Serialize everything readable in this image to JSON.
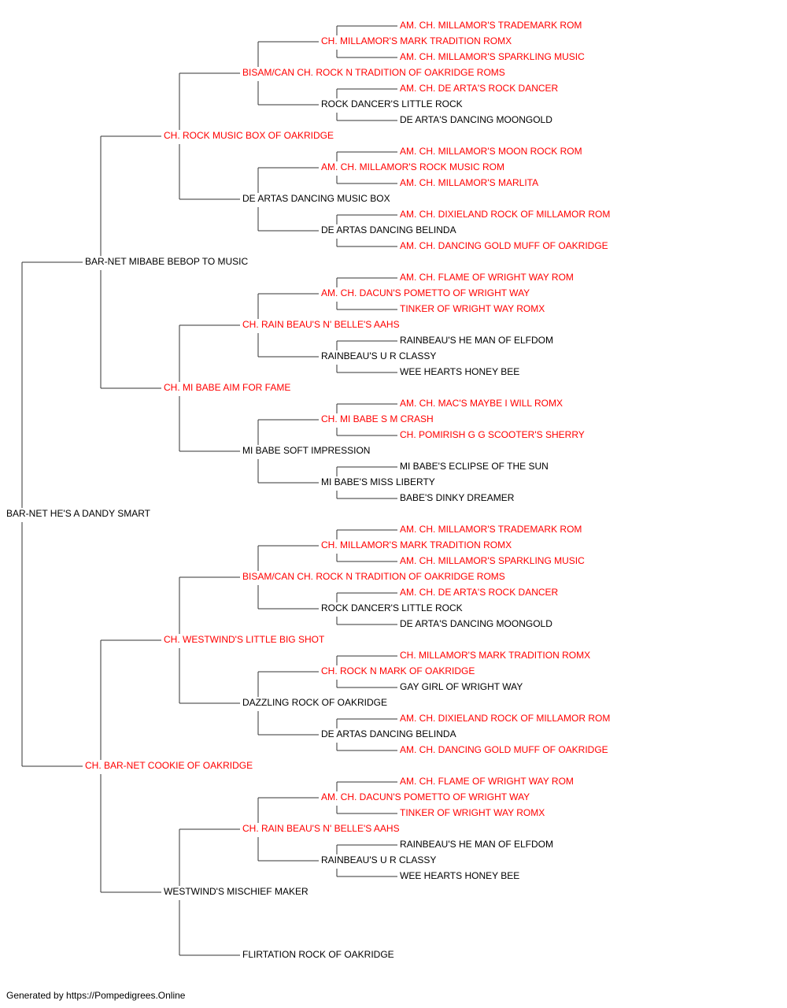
{
  "colors": {
    "champion": "#ff0000",
    "normal": "#000000",
    "line": "#333333"
  },
  "pedigree": {
    "name": "BAR-NET HE'S A DANDY SMART",
    "champion": false,
    "sire": {
      "name": "BAR-NET MIBABE BEBOP TO MUSIC",
      "champion": false,
      "sire": {
        "name": "CH. ROCK MUSIC BOX OF OAKRIDGE",
        "champion": true,
        "sire": {
          "name": "BISAM/CAN CH. ROCK N TRADITION OF OAKRIDGE ROMS",
          "champion": true,
          "sire": {
            "name": "CH. MILLAMOR'S MARK TRADITION ROMX",
            "champion": true,
            "sire": {
              "name": "AM. CH. MILLAMOR'S TRADEMARK ROM",
              "champion": true
            },
            "dam": {
              "name": "AM. CH. MILLAMOR'S SPARKLING MUSIC",
              "champion": true
            }
          },
          "dam": {
            "name": "ROCK DANCER'S LITTLE ROCK",
            "champion": false,
            "sire": {
              "name": "AM. CH. DE ARTA'S ROCK DANCER",
              "champion": true
            },
            "dam": {
              "name": "DE ARTA'S DANCING MOONGOLD",
              "champion": false
            }
          }
        },
        "dam": {
          "name": "DE ARTAS DANCING MUSIC BOX",
          "champion": false,
          "sire": {
            "name": "AM. CH. MILLAMOR'S ROCK MUSIC ROM",
            "champion": true,
            "sire": {
              "name": "AM. CH. MILLAMOR'S MOON ROCK ROM",
              "champion": true
            },
            "dam": {
              "name": "AM. CH. MILLAMOR'S MARLITA",
              "champion": true
            }
          },
          "dam": {
            "name": "DE ARTAS DANCING BELINDA",
            "champion": false,
            "sire": {
              "name": "AM. CH. DIXIELAND ROCK OF MILLAMOR ROM",
              "champion": true
            },
            "dam": {
              "name": "AM. CH. DANCING GOLD MUFF OF OAKRIDGE",
              "champion": true
            }
          }
        }
      },
      "dam": {
        "name": "CH. MI BABE AIM FOR FAME",
        "champion": true,
        "sire": {
          "name": "CH. RAIN BEAU'S N' BELLE'S AAHS",
          "champion": true,
          "sire": {
            "name": "AM. CH. DACUN'S POMETTO OF WRIGHT WAY",
            "champion": true,
            "sire": {
              "name": "AM. CH. FLAME OF WRIGHT WAY ROM",
              "champion": true
            },
            "dam": {
              "name": "TINKER OF WRIGHT WAY ROMX",
              "champion": true
            }
          },
          "dam": {
            "name": "RAINBEAU'S U R CLASSY",
            "champion": false,
            "sire": {
              "name": "RAINBEAU'S HE MAN OF ELFDOM",
              "champion": false
            },
            "dam": {
              "name": "WEE HEARTS HONEY BEE",
              "champion": false
            }
          }
        },
        "dam": {
          "name": "MI BABE SOFT IMPRESSION",
          "champion": false,
          "sire": {
            "name": "CH. MI BABE S M CRASH",
            "champion": true,
            "sire": {
              "name": "AM. CH. MAC'S MAYBE I WILL ROMX",
              "champion": true
            },
            "dam": {
              "name": "CH. POMIRISH G G SCOOTER'S SHERRY",
              "champion": true
            }
          },
          "dam": {
            "name": "MI BABE'S MISS LIBERTY",
            "champion": false,
            "sire": {
              "name": "MI BABE'S ECLIPSE OF THE SUN",
              "champion": false
            },
            "dam": {
              "name": "BABE'S DINKY DREAMER",
              "champion": false
            }
          }
        }
      }
    },
    "dam": {
      "name": "CH. BAR-NET COOKIE OF OAKRIDGE",
      "champion": true,
      "sire": {
        "name": "CH. WESTWIND'S LITTLE BIG SHOT",
        "champion": true,
        "sire": {
          "name": "BISAM/CAN CH. ROCK N TRADITION OF OAKRIDGE ROMS",
          "champion": true,
          "sire": {
            "name": "CH. MILLAMOR'S MARK TRADITION ROMX",
            "champion": true,
            "sire": {
              "name": "AM. CH. MILLAMOR'S TRADEMARK ROM",
              "champion": true
            },
            "dam": {
              "name": "AM. CH. MILLAMOR'S SPARKLING MUSIC",
              "champion": true
            }
          },
          "dam": {
            "name": "ROCK DANCER'S LITTLE ROCK",
            "champion": false,
            "sire": {
              "name": "AM. CH. DE ARTA'S ROCK DANCER",
              "champion": true
            },
            "dam": {
              "name": "DE ARTA'S DANCING MOONGOLD",
              "champion": false
            }
          }
        },
        "dam": {
          "name": "DAZZLING ROCK OF OAKRIDGE",
          "champion": false,
          "sire": {
            "name": "CH. ROCK N MARK OF OAKRIDGE",
            "champion": true,
            "sire": {
              "name": "CH. MILLAMOR'S MARK TRADITION ROMX",
              "champion": true
            },
            "dam": {
              "name": "GAY GIRL OF WRIGHT WAY",
              "champion": false
            }
          },
          "dam": {
            "name": "DE ARTAS DANCING BELINDA",
            "champion": false,
            "sire": {
              "name": "AM. CH. DIXIELAND ROCK OF MILLAMOR ROM",
              "champion": true
            },
            "dam": {
              "name": "AM. CH. DANCING GOLD MUFF OF OAKRIDGE",
              "champion": true
            }
          }
        }
      },
      "dam": {
        "name": "WESTWIND'S MISCHIEF MAKER",
        "champion": false,
        "sire": {
          "name": "CH. RAIN BEAU'S N' BELLE'S AAHS",
          "champion": true,
          "sire": {
            "name": "AM. CH. DACUN'S POMETTO OF WRIGHT WAY",
            "champion": true,
            "sire": {
              "name": "AM. CH. FLAME OF WRIGHT WAY ROM",
              "champion": true
            },
            "dam": {
              "name": "TINKER OF WRIGHT WAY ROMX",
              "champion": true
            }
          },
          "dam": {
            "name": "RAINBEAU'S U R CLASSY",
            "champion": false,
            "sire": {
              "name": "RAINBEAU'S HE MAN OF ELFDOM",
              "champion": false
            },
            "dam": {
              "name": "WEE HEARTS HONEY BEE",
              "champion": false
            }
          }
        },
        "dam": {
          "name": "FLIRTATION ROCK OF OAKRIDGE",
          "champion": false
        }
      }
    }
  },
  "footer": "Generated by https://Pompedigrees.Online"
}
